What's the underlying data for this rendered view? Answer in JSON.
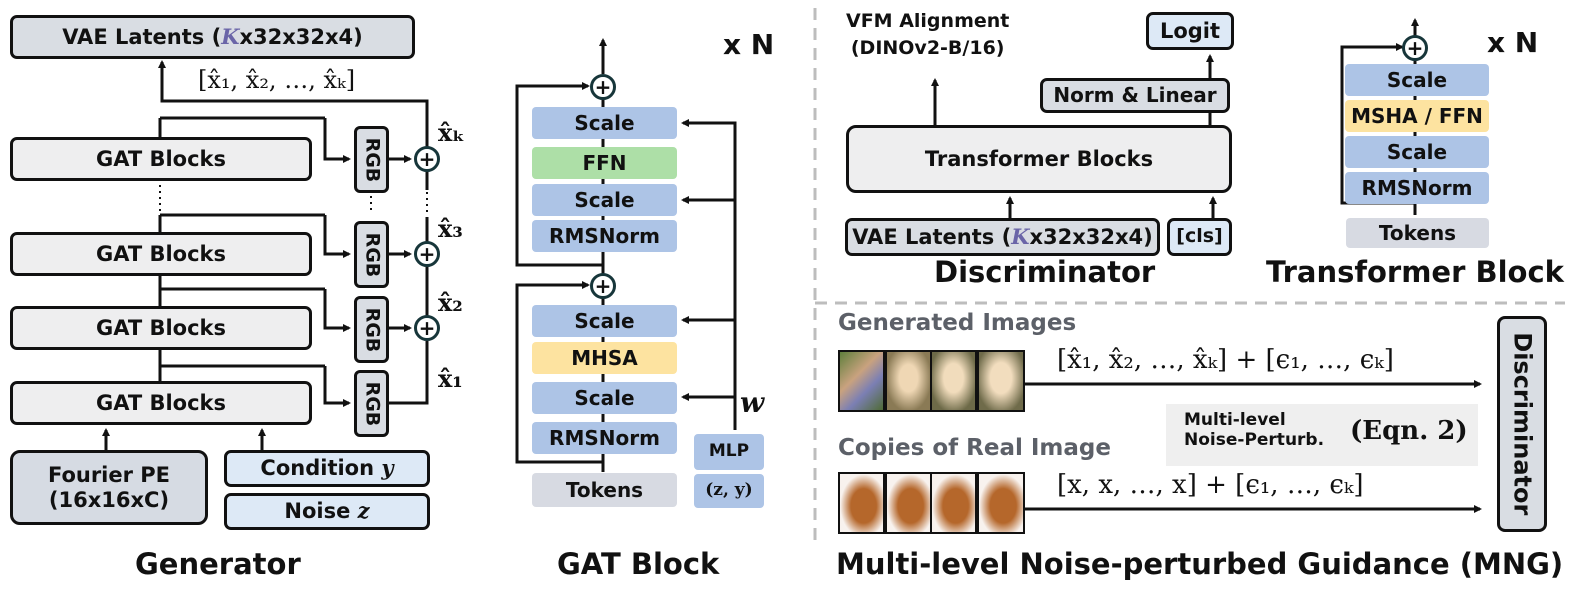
{
  "generator": {
    "title": "Generator",
    "vae_latents": {
      "prefix": "VAE Latents (",
      "k": "K",
      "suffix": "x32x32x4)"
    },
    "output_sequence": "[x̂₁, x̂₂, …, x̂ₖ]",
    "gat_blocks": [
      "GAT Blocks",
      "GAT Blocks",
      "GAT Blocks",
      "GAT Blocks"
    ],
    "rgb_label": "RGB",
    "outputs": [
      "x̂ₖ",
      "x̂₃",
      "x̂₂",
      "x̂₁"
    ],
    "fourier_pe": {
      "line1": "Fourier PE",
      "line2": "(16x16xC)"
    },
    "condition": {
      "text": "Condition ",
      "var": "y"
    },
    "noise": {
      "text": "Noise ",
      "var": "z"
    },
    "plus_symbol": "+"
  },
  "gat_block": {
    "title": "GAT Block",
    "repeat": "x N",
    "upper_stack": [
      "Scale",
      "FFN",
      "Scale",
      "RMSNorm"
    ],
    "lower_stack": [
      "Scale",
      "MHSA",
      "Scale",
      "RMSNorm"
    ],
    "tokens": "Tokens",
    "mlp": "MLP",
    "mlp_input": "(z, y)",
    "w_label": "w"
  },
  "discriminator": {
    "title": "Discriminator",
    "vfm_alignment": {
      "line1": "VFM Alignment",
      "line2": "(DINOv2-B/16)"
    },
    "logit": "Logit",
    "norm_linear": "Norm & Linear",
    "transformer_blocks": "Transformer Blocks",
    "vae_latents": {
      "prefix": "VAE Latents (",
      "k": "K",
      "suffix": "x32x32x4)"
    },
    "cls_token": "[cls]"
  },
  "transformer_block": {
    "title": "Transformer Block",
    "repeat": "x N",
    "stack": [
      "Scale",
      "MSHA / FFN",
      "Scale",
      "RMSNorm"
    ],
    "tokens": "Tokens"
  },
  "mng": {
    "title": "Multi-level Noise-perturbed Guidance (MNG)",
    "generated_heading": "Generated Images",
    "real_heading": "Copies of Real Image",
    "generated_formula": "[x̂₁, x̂₂, …, x̂ₖ] + [ϵ₁, …, ϵₖ]",
    "real_formula": "[x, x, …, x] + [ϵ₁, …, ϵₖ]",
    "perturb_label": {
      "line1": "Multi-level",
      "line2": "Noise-Perturb.",
      "eqn": "(Eqn. 2)"
    },
    "discriminator_label": "Discriminator",
    "generated_thumbs": [
      "generated-image-level-1",
      "generated-image-level-2",
      "generated-image-level-3",
      "generated-image-level-4"
    ],
    "real_thumbs": [
      "real-image-copy-1",
      "real-image-copy-2",
      "real-image-copy-3",
      "real-image-copy-4"
    ]
  },
  "colors": {
    "scale": "#adc4e6",
    "ffn": "#addfa7",
    "mhsa": "#fde3a0",
    "tokens": "#d7dae2",
    "panel": "#f2f2f3",
    "k_variable": "#6a65a8",
    "heading_gray": "#5c6068"
  }
}
